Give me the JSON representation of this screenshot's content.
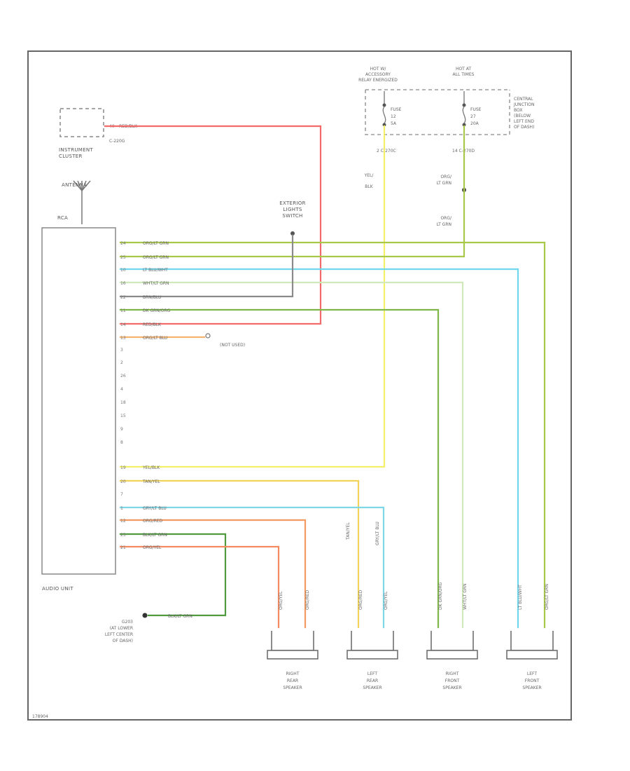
{
  "components": {
    "instrument_cluster": "INSTRUMENT CLUSTER",
    "instrument_cluster_ref": "C-220G",
    "antenna": "ANTENNA",
    "rca": "RCA",
    "audio_unit": "AUDIO UNIT",
    "exterior_lights_switch": "EXTERIOR LIGHTS SWITCH",
    "hot_accessory": "HOT W/ ACCESSORY RELAY ENERGIZED",
    "hot_at_all_times": "HOT AT ALL TIMES",
    "central_junction_box": "CENTRAL JUNCTION BOX (BELOW LEFT END OF DASH)",
    "fuse_a": {
      "name": "FUSE",
      "num": "12",
      "amps": "5A"
    },
    "fuse_b": {
      "name": "FUSE",
      "num": "27",
      "amps": "20A"
    },
    "cjb_pin_a": "2   C-270C",
    "cjb_pin_b": "14   C-270D",
    "not_used": "(NOT USED)",
    "ground": "G203 (AT LOWER LEFT CENTER OF DASH)",
    "speakers": {
      "right_rear": "RIGHT REAR SPEAKER",
      "left_rear": "LEFT REAR SPEAKER",
      "right_front": "RIGHT FRONT SPEAKER",
      "left_front": "LEFT FRONT SPEAKER"
    },
    "figure_id": "178904"
  },
  "wires": {
    "w1": {
      "pin": "24",
      "label": "ORG/LT GRN"
    },
    "w2": {
      "pin": "25",
      "label": "ORG/LT GRN"
    },
    "w3": {
      "pin": "10",
      "label": "LT BLU/WHT"
    },
    "w4": {
      "pin": "16",
      "label": "WHT/LT GRN"
    },
    "w5": {
      "pin": "22",
      "label": "BRN/BLU"
    },
    "w6": {
      "pin": "11",
      "label": "DK GRN/ORG"
    },
    "w7": {
      "pin": "14",
      "label": "RED/BLK"
    },
    "w8": {
      "pin": "13",
      "label": "ORG/LT BLU"
    },
    "w9": {
      "pin": "19",
      "label": "YEL/BLK"
    },
    "w10": {
      "pin": "20",
      "label": "TAN/YEL"
    },
    "w11": {
      "pin": "1",
      "label": "GRY/LT BLU"
    },
    "w12": {
      "pin": "12",
      "label": "ORG/RED"
    },
    "w13": {
      "pin": "23",
      "label": "BLK/LT GRN"
    },
    "w14": {
      "pin": "21",
      "label": "ORG/YEL"
    },
    "cluster_wire": {
      "pin": "40",
      "label": "RED/BLK"
    },
    "yel_blk_vert": "YEL/ BLK",
    "orn_ltgrn_a": "ORG/ LT GRN",
    "orn_ltgrn_b": "ORG/ LT GRN",
    "ground_wire": "BLK/LT GRN"
  },
  "unused_pins": [
    "3",
    "2",
    "26",
    "4",
    "18",
    "15",
    "9",
    "8"
  ],
  "spare_pin": "7",
  "speaker_leads": {
    "rr_a": "ORG/YEL",
    "rr_b": "ORG/RED",
    "lr_a": "TAN/YEL",
    "lr_b": "GRY/LT BLU",
    "lr_c": "ORG/RED",
    "lr_d": "ORG/YEL",
    "rf_a": "DK GRN/ORG",
    "rf_b": "WHT/LT GRN",
    "lf_a": "LT BLU/WHT",
    "lf_b": "ORG/LT GRN"
  },
  "colors": {
    "red": "#f26a6a",
    "green": "#a8c84a",
    "dkgreen": "#4f9a3c",
    "ltblue": "#6fd8ee",
    "yellow": "#f4f06a",
    "tan": "#f1d35a",
    "orange": "#f59a62",
    "orangetan": "#f7b26e",
    "gray": "#8a8a8a",
    "frame": "#555555"
  }
}
